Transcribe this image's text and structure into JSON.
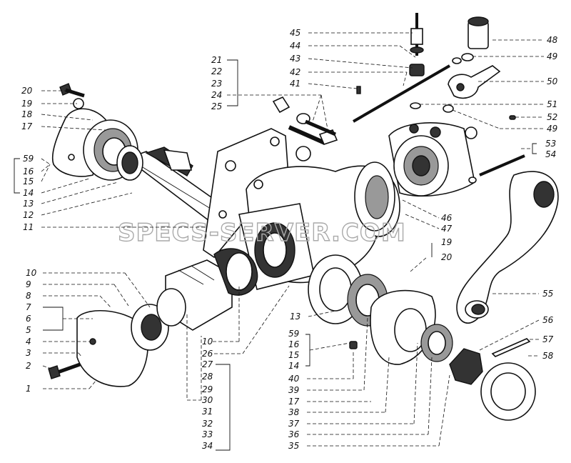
{
  "watermark": "SPECS-SERVER.COM",
  "labels": [
    "1",
    "2",
    "3",
    "4",
    "5",
    "6",
    "7",
    "8",
    "9",
    "10",
    "10",
    "11",
    "12",
    "13",
    "13",
    "14",
    "14",
    "15",
    "15",
    "16",
    "16",
    "17",
    "17",
    "18",
    "19",
    "19",
    "20",
    "20",
    "21",
    "22",
    "23",
    "24",
    "25",
    "26",
    "27",
    "28",
    "29",
    "30",
    "31",
    "32",
    "33",
    "34",
    "35",
    "36",
    "37",
    "38",
    "39",
    "40",
    "41",
    "42",
    "43",
    "44",
    "45",
    "46",
    "47",
    "48",
    "49",
    "49",
    "50",
    "51",
    "52",
    "53",
    "54",
    "55",
    "56",
    "57",
    "58",
    "59",
    "59"
  ]
}
